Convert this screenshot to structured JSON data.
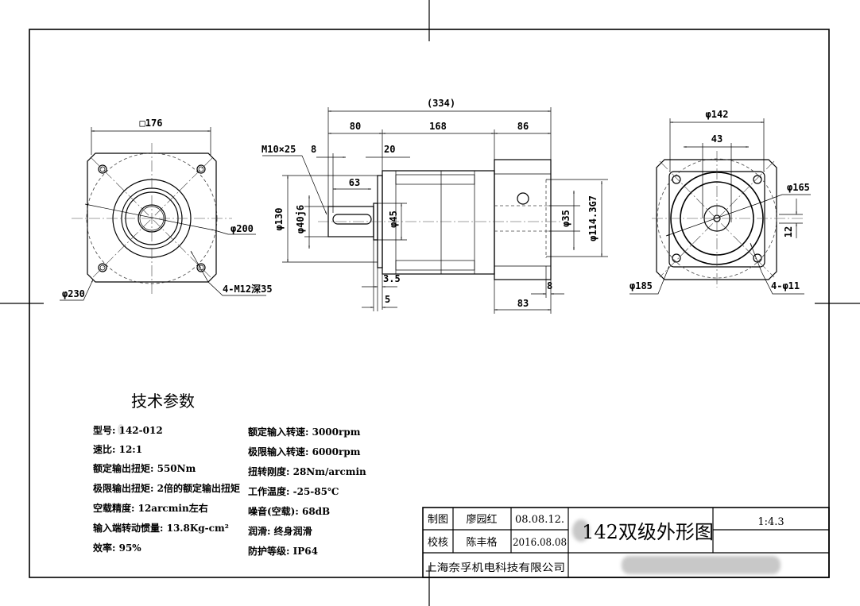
{
  "front_view": {
    "square": "□176",
    "pcd": "φ200",
    "outer": "φ230",
    "holes": "4-M12深35"
  },
  "side_view": {
    "overall": "(334)",
    "seg1": "80",
    "seg2": "168",
    "seg3": "86",
    "thread": "M10×25",
    "key_offset": "8",
    "pilot": "20",
    "key_len": "63",
    "d130": "φ130",
    "d40": "φ40j6",
    "d45": "φ45",
    "d35": "φ35",
    "d114": "φ114.3G7",
    "t35": "3.5",
    "t5": "5",
    "t8": "8",
    "t83": "83"
  },
  "rear_view": {
    "d142": "φ142",
    "w43": "43",
    "d165": "φ165",
    "k12": "12",
    "d185": "φ185",
    "holes": "4-φ11"
  },
  "specs": {
    "title": "技术参数",
    "left": [
      "型号:  142-012",
      "速比: 12:1",
      "额定输出扭矩: 550Nm",
      "极限输出扭矩: 2倍的额定输出扭矩",
      "空载精度: 12arcmin左右",
      "输入端转动惯量: 13.8Kg-cm²",
      "效率: 95%"
    ],
    "right": [
      "额定输入转速: 3000rpm",
      "极限输入转速: 6000rpm",
      "扭转刚度: 28Nm/arcmin",
      "工作温度: -25-85℃",
      "噪音(空载): 68dB",
      "润滑: 终身润滑",
      "防护等级: IP64"
    ]
  },
  "title_block": {
    "drawn_label": "制图",
    "drawn_by": "廖园红",
    "drawn_date": "08.08.12.",
    "checked_label": "校核",
    "checked_by": "陈丰格",
    "checked_date": "2016.08.08",
    "company": "上海奈孚机电科技有限公司",
    "drawing_title": "142双级外形图",
    "scale": "1:4.3"
  }
}
